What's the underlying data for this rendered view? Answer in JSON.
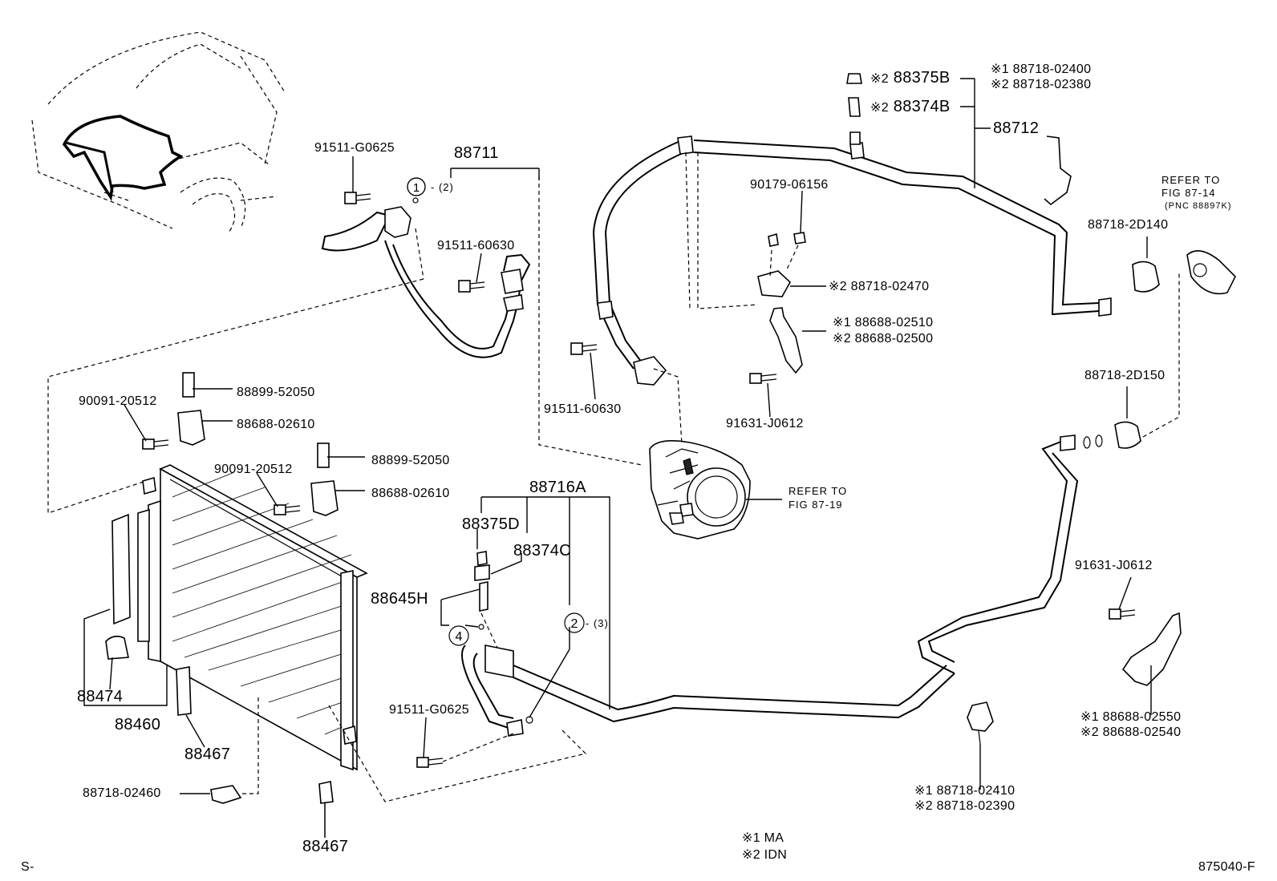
{
  "labels": {
    "p91511_G0625_top": "91511-G0625",
    "p88711": "88711",
    "c1_suffix": "(2)",
    "p91511_60630_top": "91511-60630",
    "p91511_60630_mid": "91511-60630",
    "p90091_20512_a": "90091-20512",
    "p88899_52050_a": "88899-52050",
    "p88688_02610_a": "88688-02610",
    "p90091_20512_b": "90091-20512",
    "p88899_52050_b": "88899-52050",
    "p88688_02610_b": "88688-02610",
    "p88716A": "88716A",
    "p88375D": "88375D",
    "p88374C": "88374C",
    "p88645H": "88645H",
    "c2_suffix": "(3)",
    "p91511_G0625_bot": "91511-G0625",
    "p88474": "88474",
    "p88460": "88460",
    "p88467_a": "88467",
    "p88467_b": "88467",
    "p88718_02460": "88718-02460",
    "refer_87_19_a": "REFER TO",
    "refer_87_19_b": "FIG 87-19",
    "p90179_06156": "90179-06156",
    "p88718_02470": "88718-02470",
    "p88688_02510": "88688-02510",
    "p88688_02500": "88688-02500",
    "p91631_J0612_mid": "91631-J0612",
    "p88375B": "88375B",
    "p88374B": "88374B",
    "p88712": "88712",
    "p88718_02400": "88718-02400",
    "p88718_02380": "88718-02380",
    "p88718_2D140": "88718-2D140",
    "refer_87_14_a": "REFER TO",
    "refer_87_14_b": "FIG 87-14",
    "refer_87_14_c": "(PNC 88897K)",
    "p88718_2D150": "88718-2D150",
    "p91631_J0612_right": "91631-J0612",
    "p88688_02550": "88688-02550",
    "p88688_02540": "88688-02540",
    "p88718_02410": "88718-02410",
    "p88718_02390": "88718-02390",
    "legend_1": "MA",
    "legend_2": "IDN",
    "corner_left": "S-",
    "figure_code": "875040-F"
  },
  "marks": {
    "note1": "※1",
    "note2": "※2",
    "circle_1": "1",
    "circle_2": "2",
    "circle_4": "4"
  }
}
